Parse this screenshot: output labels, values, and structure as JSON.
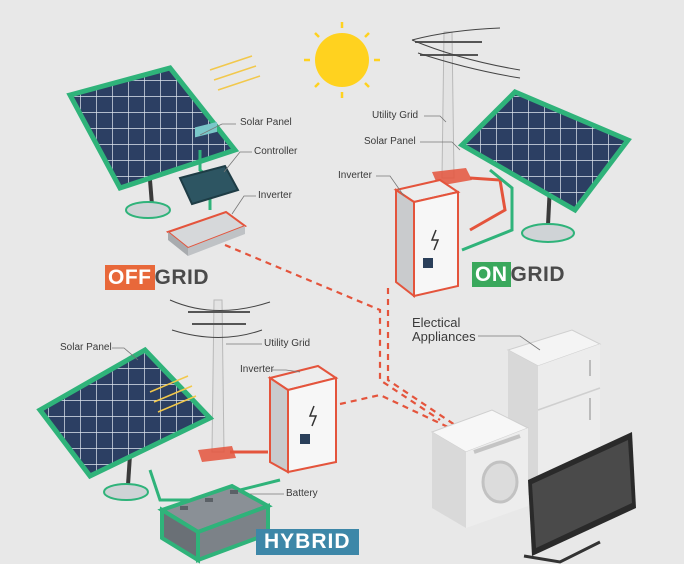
{
  "labels": {
    "offgrid_solar_panel": "Solar Panel",
    "offgrid_controller": "Controller",
    "offgrid_inverter": "Inverter",
    "ongrid_utility_grid": "Utility Grid",
    "ongrid_solar_panel": "Solar Panel",
    "ongrid_inverter": "Inverter",
    "appliances": "Electical Appliances",
    "hybrid_solar_panel": "Solar Panel",
    "hybrid_utility_grid": "Utility Grid",
    "hybrid_inverter": "Inverter",
    "hybrid_battery": "Battery"
  },
  "titles": {
    "off_highlight": "OFF",
    "off_rest": "GRID",
    "on_highlight": "ON",
    "on_rest": "GRID",
    "hybrid": "HYBRID"
  },
  "colors": {
    "off_accent": "#e8683a",
    "on_accent": "#3aa85c",
    "hybrid_accent": "#3d87a8",
    "wire_green": "#2fb37a",
    "wire_red": "#e4543c"
  }
}
